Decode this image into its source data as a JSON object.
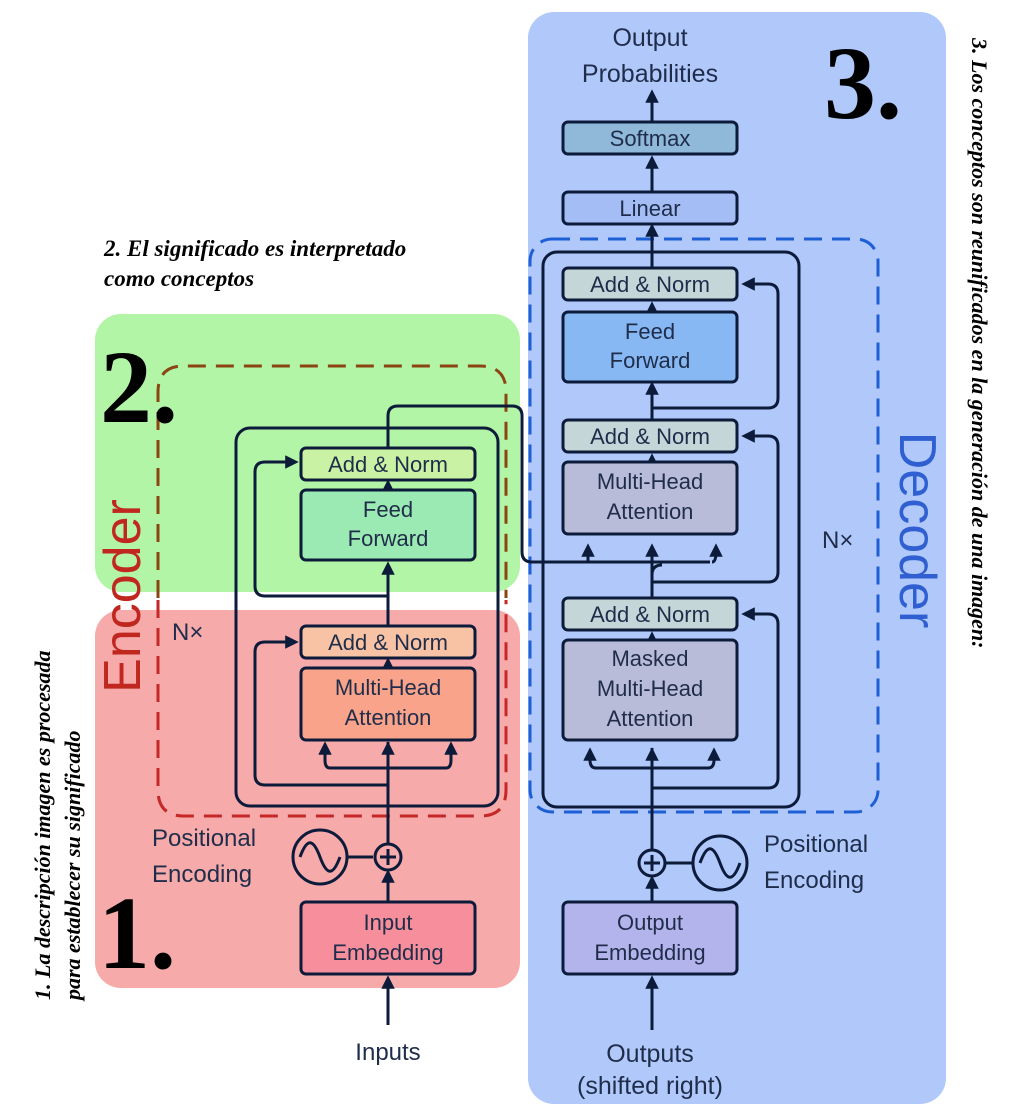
{
  "captions": {
    "step1_line1": "1. La descripción imagen es procesada",
    "step1_line2": "para establecer su significado",
    "step2_line1": "2. El significado es interpretado",
    "step2_line2": "como conceptos",
    "step3": "3. Los conceptos son reunificados en la generación de una imagen:"
  },
  "big_numbers": {
    "one": "1.",
    "two": "2.",
    "three": "3."
  },
  "encoder": {
    "title": "Encoder",
    "nx": "N×",
    "add_norm_top": "Add & Norm",
    "feed_forward": [
      "Feed",
      "Forward"
    ],
    "add_norm_bottom": "Add & Norm",
    "attention": [
      "Multi-Head",
      "Attention"
    ],
    "positional": [
      "Positional",
      "Encoding"
    ],
    "embedding": [
      "Input",
      "Embedding"
    ],
    "inputs": "Inputs"
  },
  "decoder": {
    "title": "Decoder",
    "nx": "N×",
    "output_probs": [
      "Output",
      "Probabilities"
    ],
    "softmax": "Softmax",
    "linear": "Linear",
    "add_norm_top": "Add & Norm",
    "feed_forward": [
      "Feed",
      "Forward"
    ],
    "add_norm_mid": "Add & Norm",
    "attention": [
      "Multi-Head",
      "Attention"
    ],
    "add_norm_bottom": "Add & Norm",
    "masked_attention": [
      "Masked",
      "Multi-Head",
      "Attention"
    ],
    "positional": [
      "Positional",
      "Encoding"
    ],
    "embedding": [
      "Output",
      "Embedding"
    ],
    "outputs": [
      "Outputs",
      "(shifted right)"
    ]
  },
  "colors": {
    "region1": "#f7aaaa",
    "region2": "#b3f5a6",
    "region3": "#a9c2f8",
    "encoder_dash": "#c62828",
    "encoder_dash_green": "#8b4513",
    "decoder_dash": "#1e5fd6",
    "line": "#0d1b3a"
  }
}
